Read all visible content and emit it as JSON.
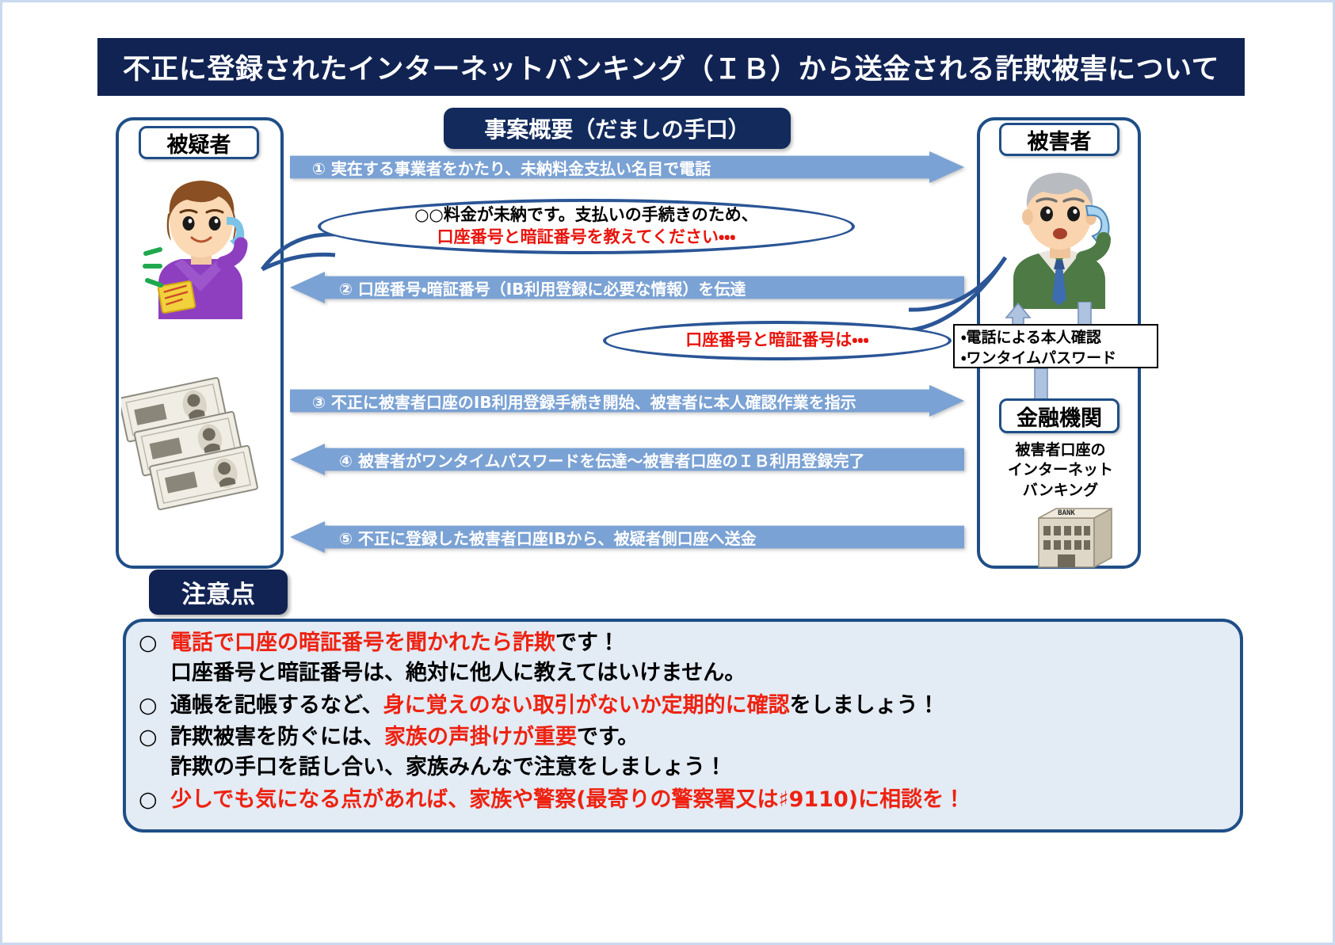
{
  "title": "不正に登録されたインターネットバンキング（ＩＢ）から送金される詐欺被害について",
  "center_heading": "事案概要（だましの手口）",
  "actors": {
    "suspect_label": "被疑者",
    "victim_label": "被害者",
    "bank_label": "金融機関"
  },
  "flow_steps": [
    {
      "id": "step1",
      "direction": "right",
      "text": "① 実在する事業者をかたり、未納料金支払い名目で電話"
    },
    {
      "id": "step2",
      "direction": "left",
      "text": "② 口座番号・暗証番号（IB利用登録に必要な情報）を伝達"
    },
    {
      "id": "step3",
      "direction": "right",
      "text": "③ 不正に被害者口座のIB利用登録手続き開始、被害者に本人確認作業を指示"
    },
    {
      "id": "step4",
      "direction": "left",
      "text": "④ 被害者がワンタイムパスワードを伝達～被害者口座のＩＢ利用登録完了"
    },
    {
      "id": "step5",
      "direction": "left",
      "text": "⑤ 不正に登録した被害者口座IBから、被疑者側口座へ送金"
    }
  ],
  "bubbles": {
    "suspect": {
      "line1": "○○料金が未納です。支払いの手続きのため、",
      "line2": "口座番号と暗証番号を教えてください・・・"
    },
    "victim": {
      "line1": "口座番号と暗証番号は・・・"
    }
  },
  "auth_note": {
    "line1": "・電話による本人確認",
    "line2": "・ワンタイムパスワード"
  },
  "bank_desc": {
    "line1": "被害者口座の",
    "line2": "インターネット",
    "line3": "バンキング",
    "building_label": "BANK"
  },
  "notes": {
    "heading": "注意点",
    "bullet_mark": "○",
    "items": [
      {
        "lines": [
          [
            {
              "text": "電話で口座の暗証番号を聞かれたら詐欺",
              "color": "red"
            },
            {
              "text": "です！",
              "color": "black"
            }
          ],
          [
            {
              "text": "口座番号と暗証番号は、絶対に他人に教えてはいけません。",
              "color": "black"
            }
          ]
        ]
      },
      {
        "lines": [
          [
            {
              "text": "通帳を記帳するなど、",
              "color": "black"
            },
            {
              "text": "身に覚えのない取引がないか定期的に確認",
              "color": "red"
            },
            {
              "text": "をしましょう！",
              "color": "black"
            }
          ]
        ]
      },
      {
        "lines": [
          [
            {
              "text": "詐欺被害を防ぐには、",
              "color": "black"
            },
            {
              "text": "家族の声掛けが重要",
              "color": "red"
            },
            {
              "text": "です。",
              "color": "black"
            }
          ],
          [
            {
              "text": "詐欺の手口を話し合い、家族みんなで注意をしましょう！",
              "color": "black"
            }
          ]
        ]
      },
      {
        "lines": [
          [
            {
              "text": "少しでも気になる点があれば、家族や警察(最寄りの警察署又は♯9110)に相談を！",
              "color": "red"
            }
          ]
        ]
      }
    ]
  },
  "colors": {
    "navy": "#112353",
    "panel_border": "#1f4e87",
    "arrow_blue": "#7ba2d4",
    "alert_red": "#ee2211",
    "notes_bg": "#e3ebf4"
  }
}
